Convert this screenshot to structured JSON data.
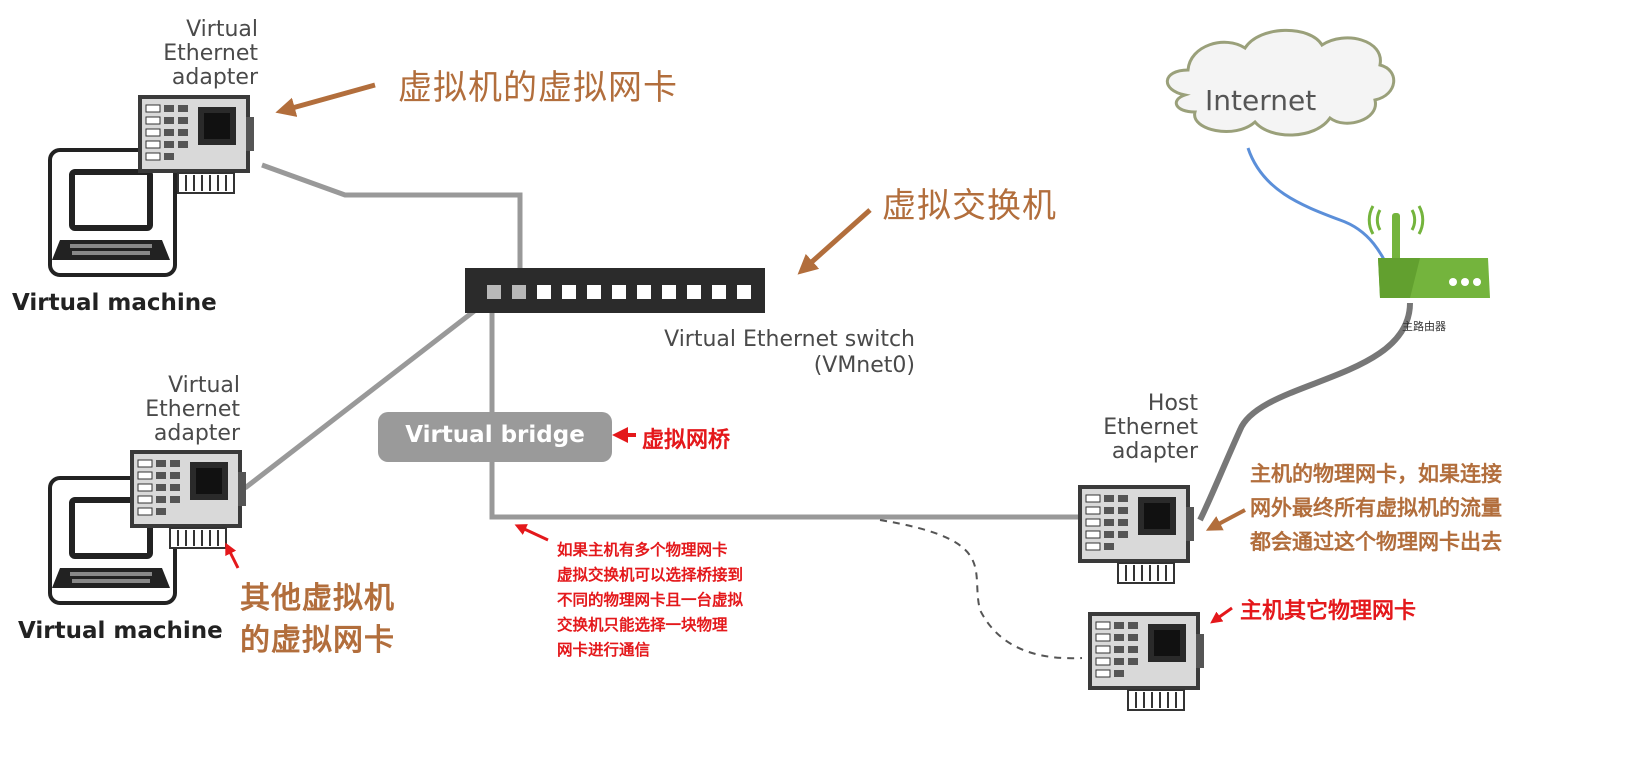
{
  "vm1": {
    "adapter_label": [
      "Virtual",
      "Ethernet",
      "adapter"
    ],
    "machine_label": "Virtual machine",
    "annotation": "虚拟机的虚拟网卡"
  },
  "vm2": {
    "adapter_label": [
      "Virtual",
      "Ethernet",
      "adapter"
    ],
    "machine_label": "Virtual machine",
    "annotation": [
      "其他虚拟机",
      "的虚拟网卡"
    ]
  },
  "switch": {
    "annotation": "虚拟交换机",
    "label_line1": "Virtual Ethernet switch",
    "label_line2": "(VMnet0)"
  },
  "bridge": {
    "label": "Virtual bridge",
    "annotation": "虚拟网桥",
    "note": [
      "如果主机有多个物理网卡",
      "虚拟交换机可以选择桥接到",
      "不同的物理网卡且一台虚拟",
      "交换机只能选择一块物理",
      "网卡进行通信"
    ]
  },
  "host": {
    "adapter_label": [
      "Host",
      "Ethernet",
      "adapter"
    ],
    "annotation": [
      "主机的物理网卡，如果连接",
      "网外最终所有虚拟机的流量",
      "都会通过这个物理网卡出去"
    ],
    "other_adapter_annotation": "主机其它物理网卡"
  },
  "internet": {
    "label": "Internet"
  },
  "router": {
    "label": "主路由器"
  },
  "colors": {
    "cable": "#999999",
    "internet_cable": "#5b8fd9",
    "router_cable": "#777777",
    "router": "#74b43d",
    "annotation_orange": "#b26e3c",
    "annotation_red": "#e4181b"
  }
}
